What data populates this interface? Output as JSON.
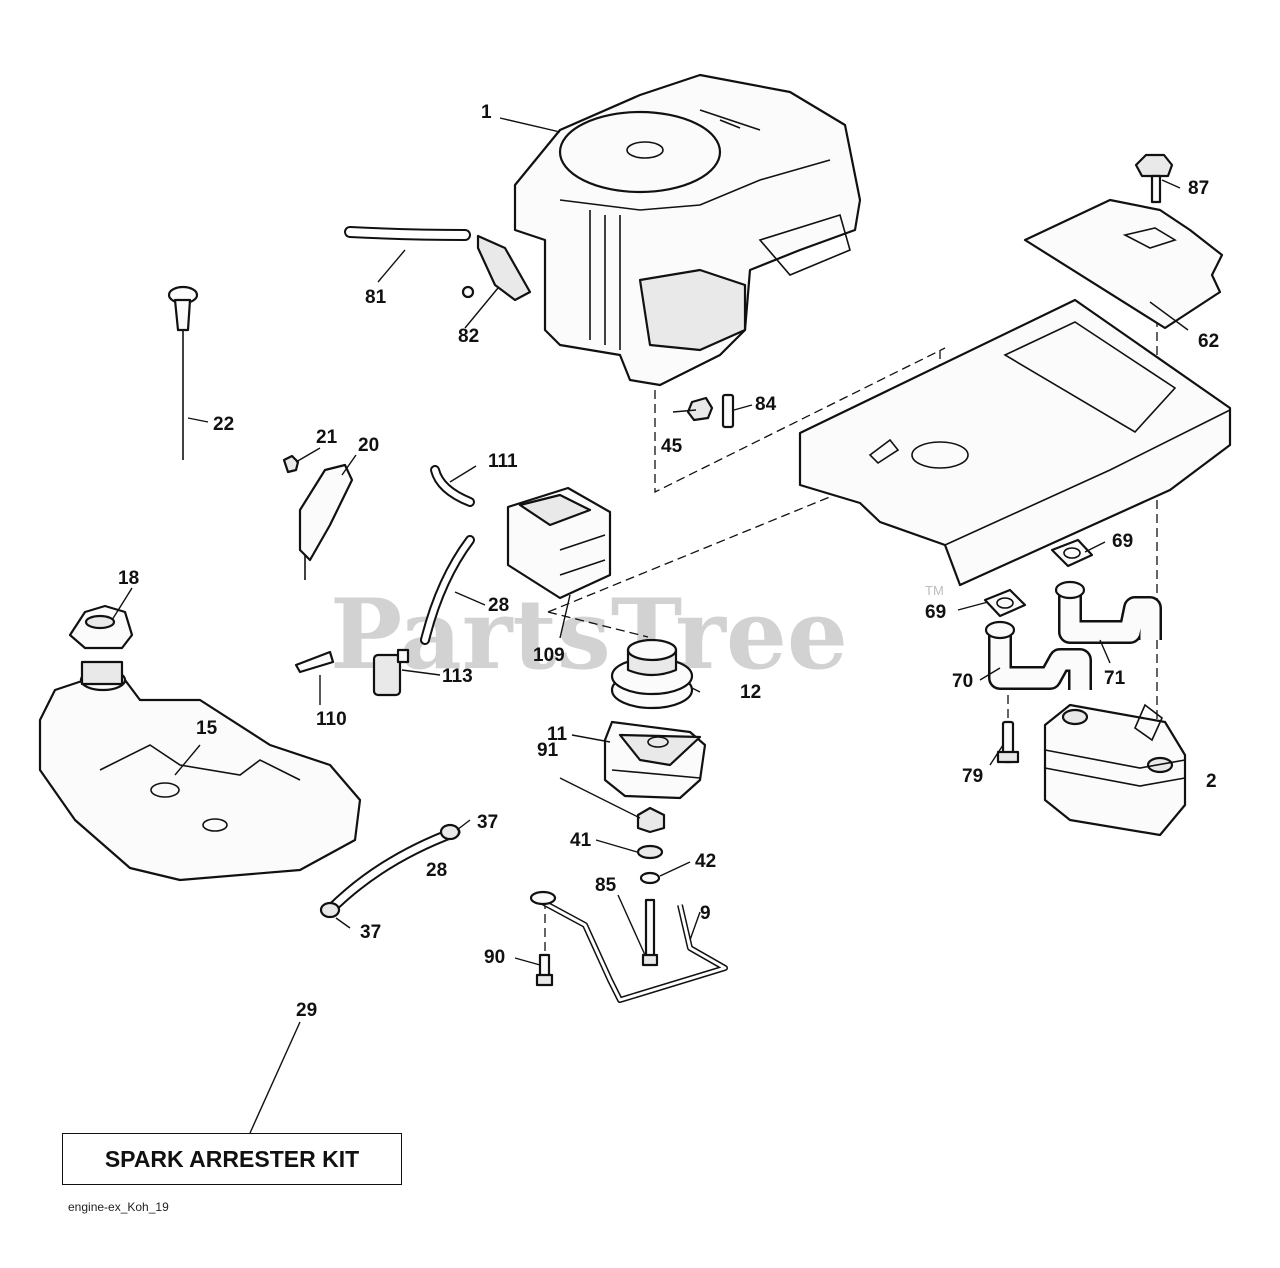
{
  "watermark": {
    "text": "PartsTree",
    "tm": "TM"
  },
  "callouts": {
    "c1": "1",
    "c2": "2",
    "c9": "9",
    "c11": "11",
    "c12": "12",
    "c15": "15",
    "c18": "18",
    "c20": "20",
    "c21": "21",
    "c22": "22",
    "c28a": "28",
    "c28b": "28",
    "c29": "29",
    "c37a": "37",
    "c37b": "37",
    "c41": "41",
    "c42": "42",
    "c45": "45",
    "c62": "62",
    "c69a": "69",
    "c69b": "69",
    "c70": "70",
    "c71": "71",
    "c79": "79",
    "c81": "81",
    "c82": "82",
    "c84": "84",
    "c85": "85",
    "c87": "87",
    "c90": "90",
    "c91": "91",
    "c109": "109",
    "c110": "110",
    "c111": "111",
    "c113": "113"
  },
  "kit_label": "SPARK ARRESTER KIT",
  "footer_ref": "engine-ex_Koh_19"
}
